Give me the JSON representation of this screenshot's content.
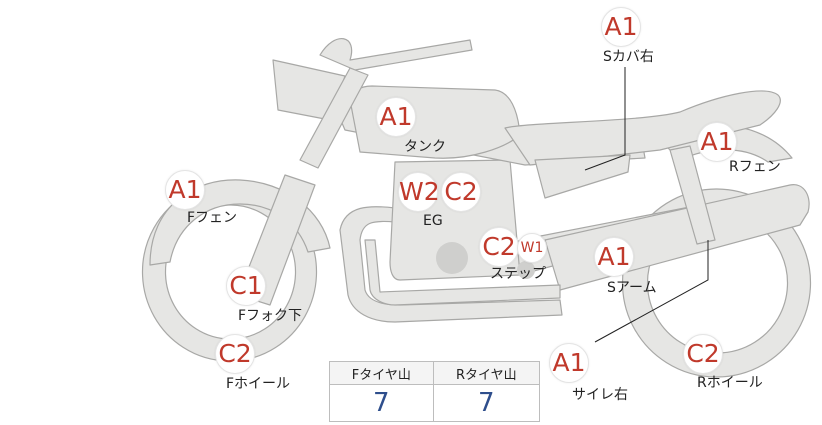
{
  "parts": {
    "side_cover_right": {
      "grade": "A1",
      "label": "Sカバ右"
    },
    "tank": {
      "grade": "A1",
      "label": "タンク"
    },
    "rear_fender": {
      "grade": "A1",
      "label": "Rフェン"
    },
    "front_fender": {
      "grade": "A1",
      "label": "Fフェン"
    },
    "engine": {
      "grade1": "W2",
      "grade2": "C2",
      "label": "EG"
    },
    "step": {
      "grade1": "C2",
      "grade2": "W1",
      "label": "ステップ"
    },
    "swingarm": {
      "grade": "A1",
      "label": "Sアーム"
    },
    "front_fork_lower": {
      "grade": "C1",
      "label": "Fフォク下"
    },
    "front_wheel": {
      "grade": "C2",
      "label": "Fホイール"
    },
    "muffler_right": {
      "grade": "A1",
      "label": "サイレ右"
    },
    "rear_wheel": {
      "grade": "C2",
      "label": "Rホイール"
    }
  },
  "tire_tread": {
    "front_header": "Fタイヤ山",
    "rear_header": "Rタイヤ山",
    "front_value": "7",
    "rear_value": "7"
  },
  "colors": {
    "grade_text": "#c0392b",
    "tread_value": "#2e4e8c",
    "bike_fill": "#e6e6e4",
    "bike_stroke": "#a8a8a6"
  }
}
